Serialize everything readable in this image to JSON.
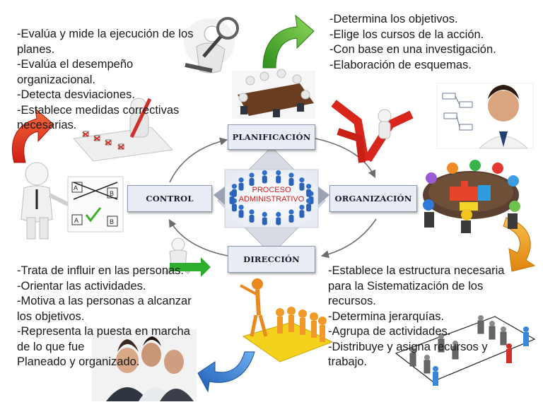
{
  "diagram": {
    "center_label": [
      "PROCESO",
      "ADMINISTRATIVO"
    ],
    "stages": {
      "planificacion": "PLANIFICACIÓN",
      "organizacion": "ORGANIZACIÓN",
      "direccion": "DIRECCIÓN",
      "control": "CONTROL"
    }
  },
  "texts": {
    "control": [
      "-Evalúa y mide la ejecución de los",
      "planes.",
      "-Evalúa el desempeño",
      "organizacional.",
      "-Detecta desviaciones.",
      "-Establece medidas correctivas",
      "necesarias."
    ],
    "planificacion": [
      "-Determina los objetivos.",
      "-Elige los cursos de la acción.",
      "-Con base en una investigación.",
      "-Elaboración de esquemas."
    ],
    "direccion": [
      "-Trata de influir en las personas.",
      "-Orientar las actividades.",
      "-Motiva a las personas a alcanzar",
      "los objetivos.",
      "-Representa la puesta en marcha",
      "de lo que fue",
      "Planeado y organizado."
    ],
    "organizacion": [
      "-Establece la estructura necesaria",
      "para la Sistematización de los",
      "recursos.",
      "-Determina jerarquías.",
      "-Agrupa de actividades.",
      "-Distribuye y asigna recursos y",
      "trabajo."
    ]
  },
  "icons": {
    "checklist_letters": [
      "A",
      "B",
      "A",
      "B"
    ]
  },
  "colors": {
    "arrow_green": "#3fae2a",
    "arrow_red": "#d9261c",
    "arrow_orange": "#f29a1a",
    "arrow_blue": "#2a72c8",
    "cycle_arrow": "#7a7a7a",
    "center_text": "#d21b1b"
  }
}
